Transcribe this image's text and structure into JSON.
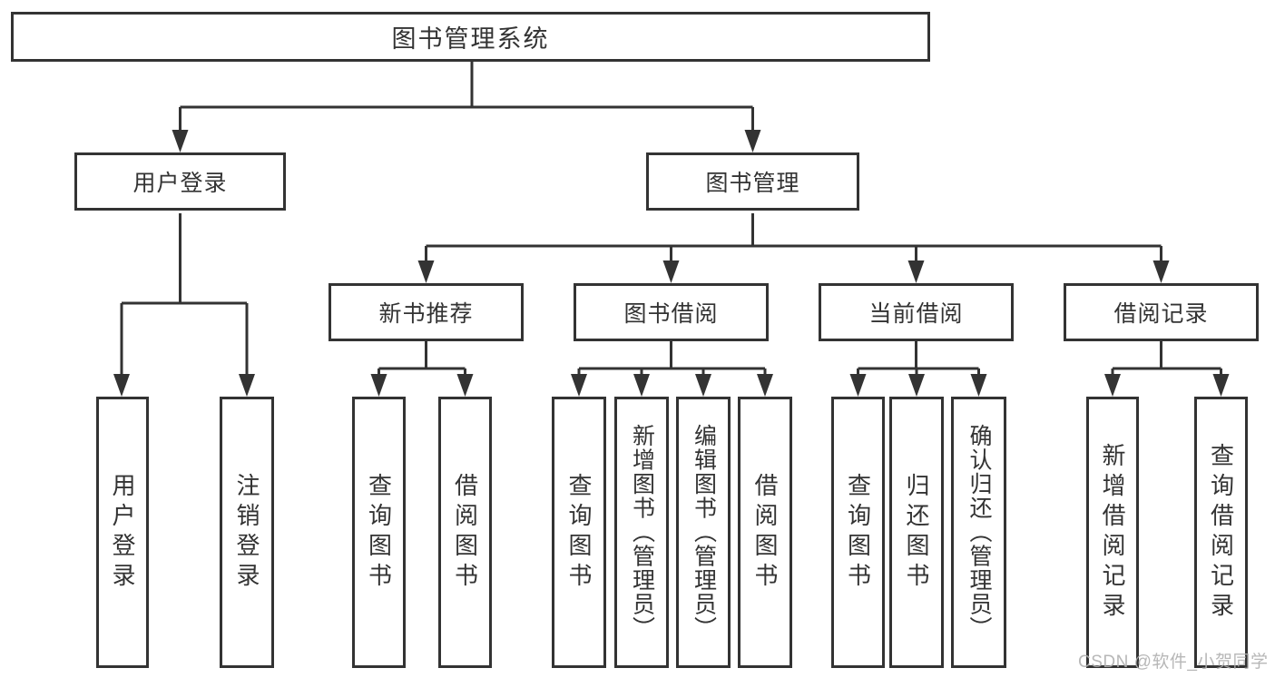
{
  "diagram": {
    "title_node": "图书管理系统",
    "root": {
      "label": "图书管理系统"
    },
    "level2": [
      {
        "label": "用户登录"
      },
      {
        "label": "图书管理"
      }
    ],
    "level3": [
      {
        "label": "新书推荐"
      },
      {
        "label": "图书借阅"
      },
      {
        "label": "当前借阅"
      },
      {
        "label": "借阅记录"
      }
    ],
    "leaves": {
      "user_login": [
        "用户登录",
        "注销登录"
      ],
      "new_book": [
        "查询图书",
        "借阅图书"
      ],
      "book_borrow": [
        "查询图书",
        "新增图书（管理员）",
        "编辑图书（管理员）",
        "借阅图书"
      ],
      "current_borrow": [
        "查询图书",
        "归还图书",
        "确认归还（管理员）"
      ],
      "borrow_record": [
        "新增借阅记录",
        "查询借阅记录"
      ]
    }
  },
  "watermark": {
    "text": "CSDN @软件_小贺同学"
  },
  "colors": {
    "line": "#333333",
    "text": "#333333",
    "box_background": "#ffffff",
    "page_background": "#ffffff",
    "watermark": "#afafaf"
  }
}
